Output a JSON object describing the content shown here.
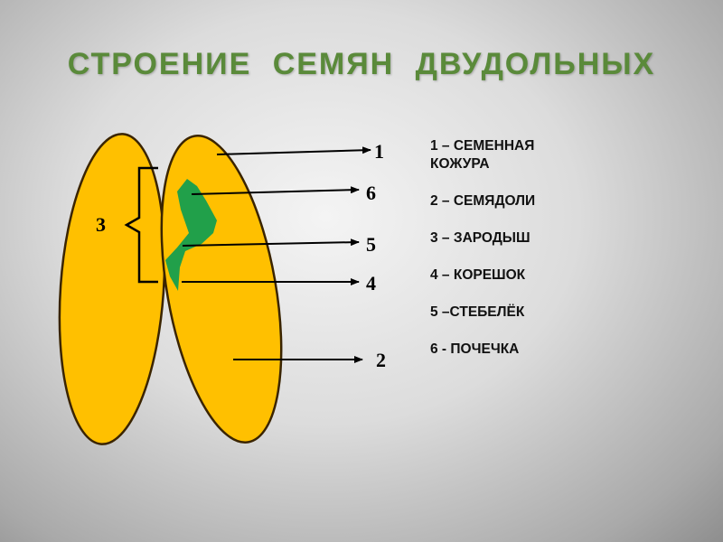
{
  "title": "СТРОЕНИЕ  СЕМЯН  ДВУДОЛЬНЫХ",
  "colors": {
    "seed_fill": "#ffc000",
    "seed_stroke": "#3a2400",
    "embryo_fill": "#21a04a",
    "title_color": "#5a8a3a"
  },
  "diagram": {
    "labels": {
      "n1": "1",
      "n6": "6",
      "n5": "5",
      "n4": "4",
      "n2": "2",
      "n3": "3"
    }
  },
  "legend": [
    {
      "line1": "1 – СЕМЕННАЯ",
      "line2": "КОЖУРА"
    },
    {
      "line1": "2 – СЕМЯДОЛИ"
    },
    {
      "line1": "3 – ЗАРОДЫШ"
    },
    {
      "line1": "4 – КОРЕШОК"
    },
    {
      "line1": "5 –СТЕБЕЛЁК"
    },
    {
      "line1": "6 - ПОЧЕЧКА"
    }
  ]
}
